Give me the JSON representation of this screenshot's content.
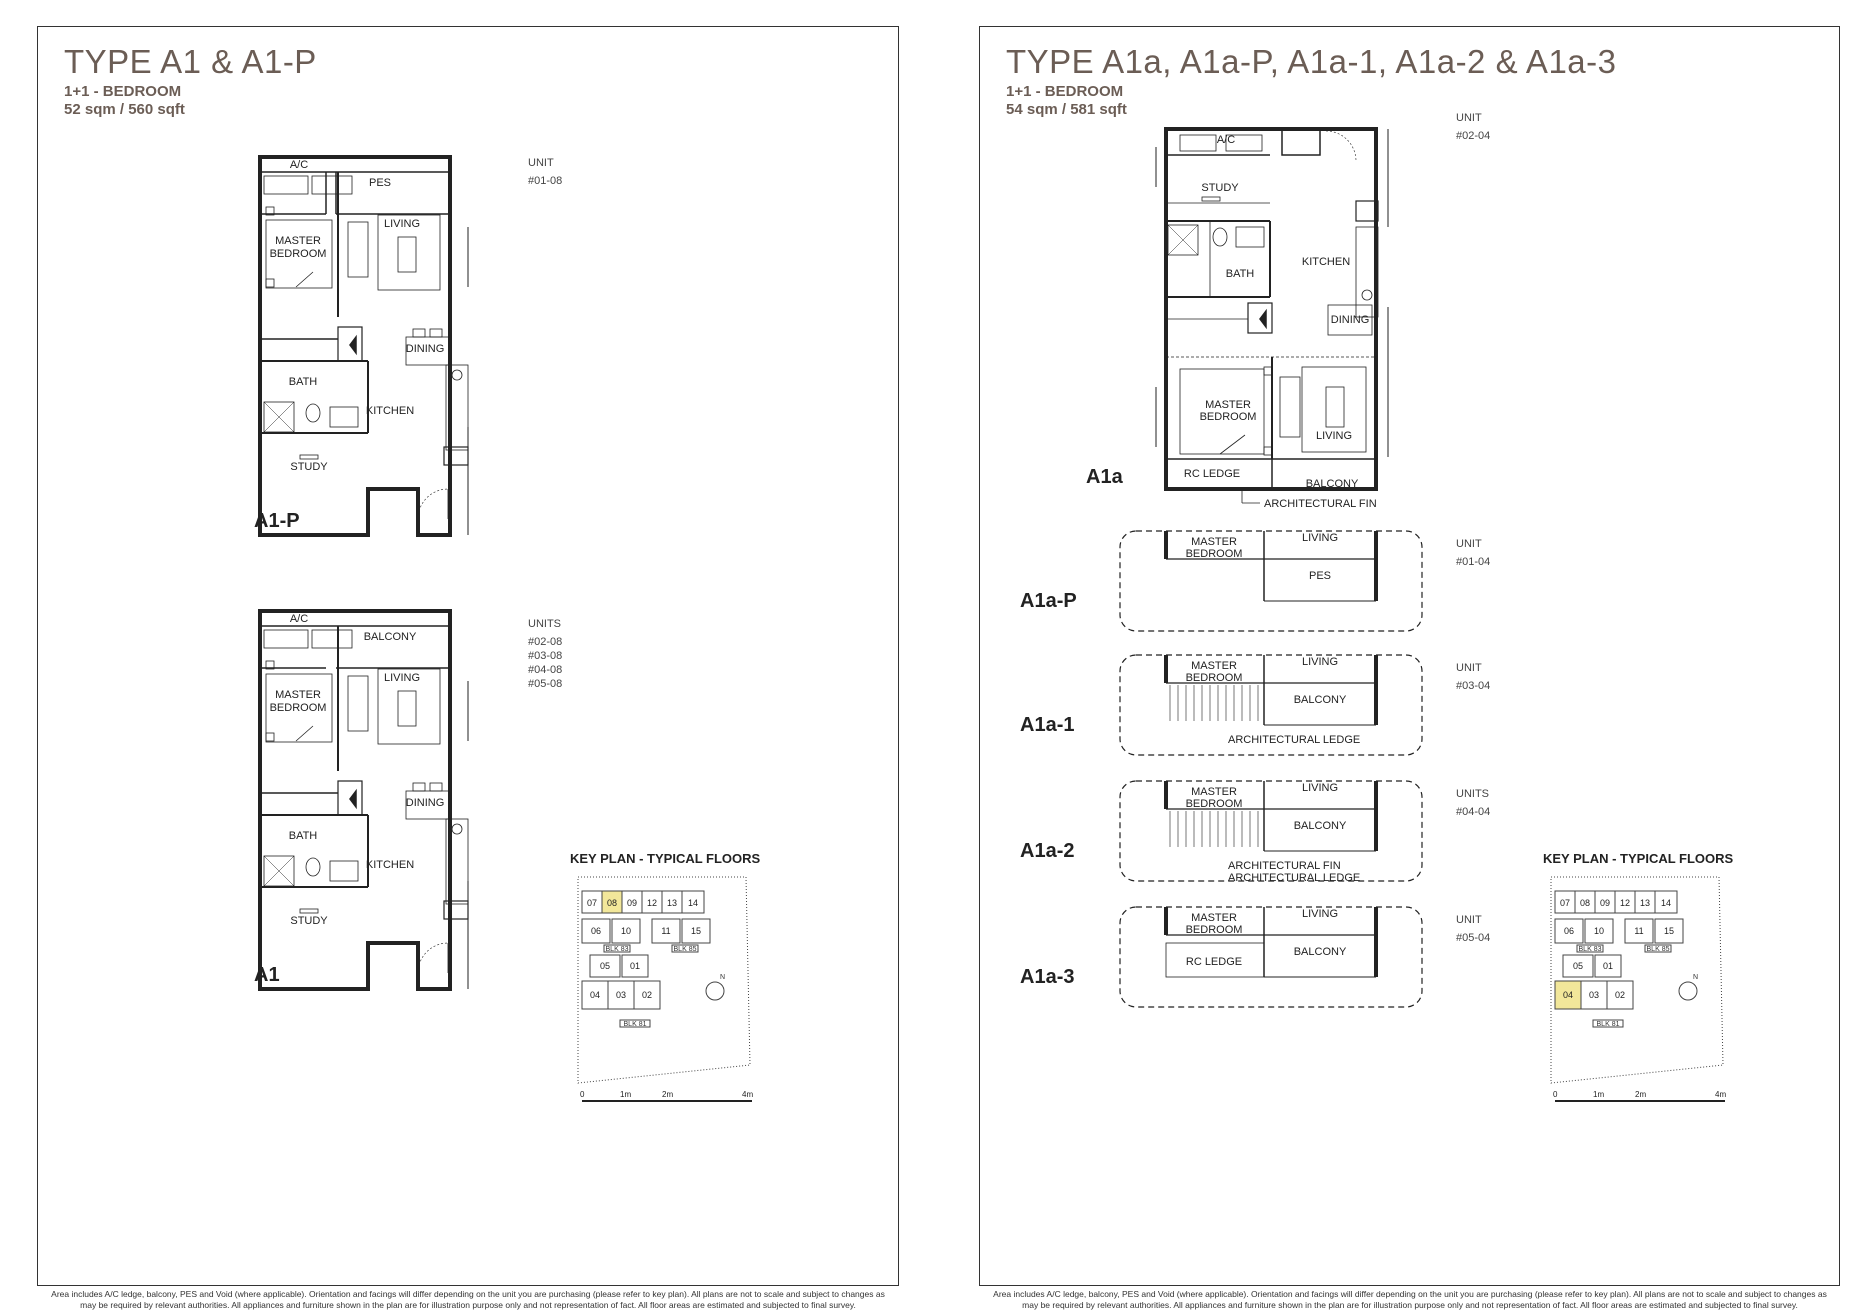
{
  "left": {
    "title_prefix": "TYPE",
    "title_main": "A1 & A1-P",
    "bedroom": "1+1 - BEDROOM",
    "area": "52 sqm / 560 sqft",
    "plans": [
      {
        "label": "A1-P",
        "unit_heading": "UNIT",
        "units": [
          "#01-08"
        ],
        "outdoor": "PES"
      },
      {
        "label": "A1",
        "unit_heading": "UNITS",
        "units": [
          "#02-08",
          "#03-08",
          "#04-08",
          "#05-08"
        ],
        "outdoor": "BALCONY"
      }
    ],
    "rooms": {
      "ac": "A/C",
      "master": "MASTER",
      "bedroom": "BEDROOM",
      "living": "LIVING",
      "dining": "DINING",
      "bath": "BATH",
      "kitchen": "KITCHEN",
      "study": "STUDY"
    }
  },
  "right": {
    "title_prefix": "TYPE",
    "title_main": "A1a, A1a-P, A1a-1, A1a-2 & A1a-3",
    "bedroom": "1+1 - BEDROOM",
    "area": "54 sqm / 581 sqft",
    "main_plan": {
      "label": "A1a",
      "unit_heading": "UNIT",
      "units": [
        "#02-04"
      ],
      "rooms": {
        "ac": "A/C",
        "study": "STUDY",
        "bath": "BATH",
        "kitchen": "KITCHEN",
        "dining": "DINING",
        "master": "MASTER",
        "bedroom": "BEDROOM",
        "living": "LIVING",
        "rc_ledge": "RC LEDGE",
        "balcony": "BALCONY"
      },
      "annotation": "ARCHITECTURAL FIN"
    },
    "variants": [
      {
        "label": "A1a-P",
        "unit_heading": "UNIT",
        "units": [
          "#01-04"
        ],
        "left_room": [
          "MASTER",
          "BEDROOM"
        ],
        "top_room": "LIVING",
        "right_room": "PES",
        "annotations": []
      },
      {
        "label": "A1a-1",
        "unit_heading": "UNIT",
        "units": [
          "#03-04"
        ],
        "left_room": [
          "MASTER",
          "BEDROOM"
        ],
        "top_room": "LIVING",
        "right_room": "BALCONY",
        "annotations": [
          "ARCHITECTURAL LEDGE"
        ]
      },
      {
        "label": "A1a-2",
        "unit_heading": "UNITS",
        "units": [
          "#04-04"
        ],
        "left_room": [
          "MASTER",
          "BEDROOM"
        ],
        "top_room": "LIVING",
        "right_room": "BALCONY",
        "annotations": [
          "ARCHITECTURAL FIN",
          "ARCHITECTURAL LEDGE"
        ]
      },
      {
        "label": "A1a-3",
        "unit_heading": "UNIT",
        "units": [
          "#05-04"
        ],
        "left_room": [
          "MASTER",
          "BEDROOM"
        ],
        "top_room": "LIVING",
        "right_room": "BALCONY",
        "rc": "RC LEDGE",
        "annotations": []
      }
    ]
  },
  "keyplan": {
    "title": "KEY PLAN - TYPICAL FLOORS",
    "top_units": [
      "07",
      "08",
      "09",
      "12",
      "13",
      "14"
    ],
    "mid_units": [
      "06",
      "10",
      "11",
      "15"
    ],
    "lower_units": [
      "05",
      "01"
    ],
    "bottom_units": [
      "04",
      "03",
      "02"
    ],
    "blocks": [
      "BLK 83",
      "BLK 85",
      "BLK 81"
    ],
    "north": "N",
    "scale": [
      "0",
      "1m",
      "2m",
      "4m"
    ],
    "highlight_left": "08",
    "highlight_right": "04",
    "highlight_color": "#f2e79a"
  },
  "disclaimer": [
    "Area includes A/C ledge, balcony, PES and Void (where applicable). Orientation and facings will differ depending on the unit you are purchasing (please refer to key plan). All plans are not to scale and subject to changes as",
    "may be required by relevant authorities. All appliances and furniture shown in the plan are for illustration purpose only and not representation of fact. All floor areas are estimated and subjected to final survey."
  ]
}
